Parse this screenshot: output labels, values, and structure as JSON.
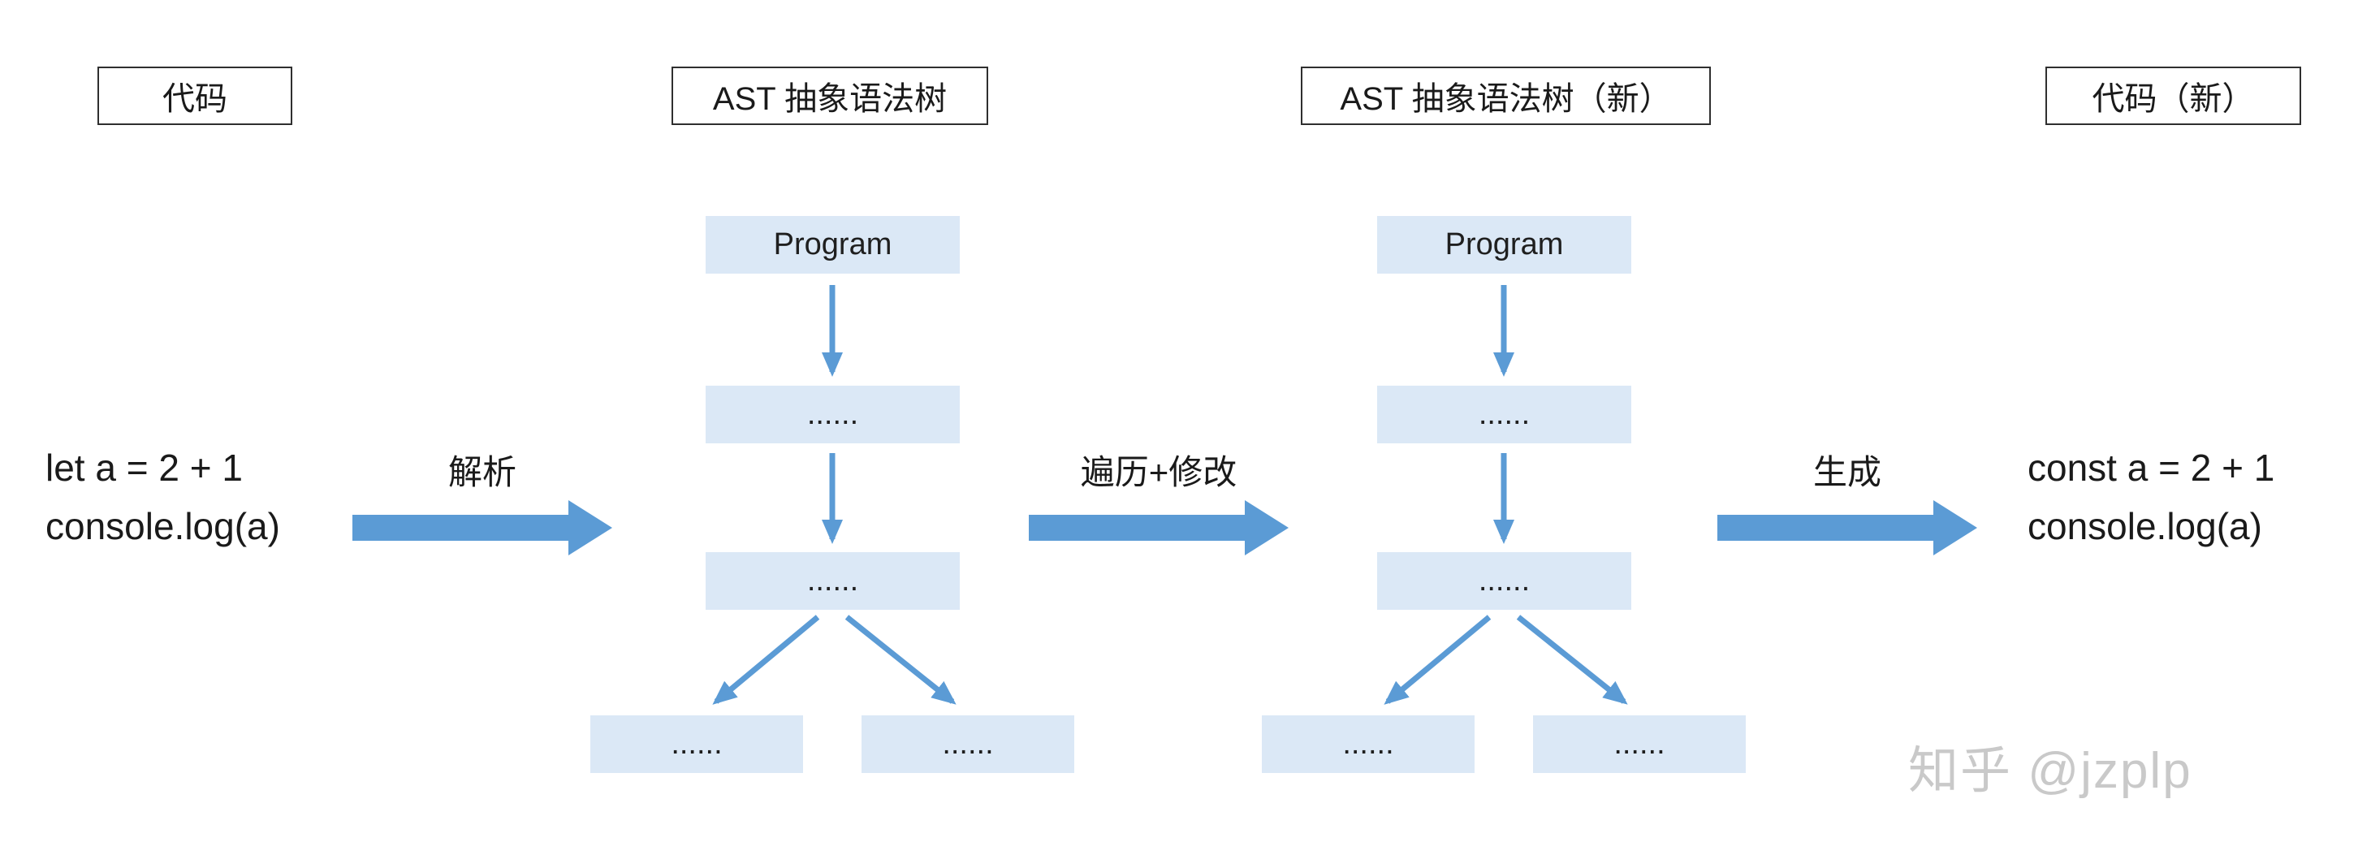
{
  "headers": {
    "code": "代码",
    "ast": "AST 抽象语法树",
    "ast_new": "AST 抽象语法树（新）",
    "code_new": "代码（新）"
  },
  "source_code": {
    "line1": "let a = 2 + 1",
    "line2": "console.log(a)"
  },
  "output_code": {
    "line1": "const a = 2 + 1",
    "line2": "console.log(a)"
  },
  "flow": {
    "parse_label": "解析",
    "transform_label": "遍历+修改",
    "generate_label": "生成"
  },
  "tree": {
    "root": "Program",
    "child": "......",
    "grandchild": "......",
    "leaf_left": "......",
    "leaf_right": "......"
  },
  "watermark": "知乎 @jzplp",
  "colors": {
    "node_fill": "#dbe8f6",
    "arrow": "#5b9bd5",
    "box_border": "#2f2f2f",
    "watermark": "#c9c9c9"
  }
}
